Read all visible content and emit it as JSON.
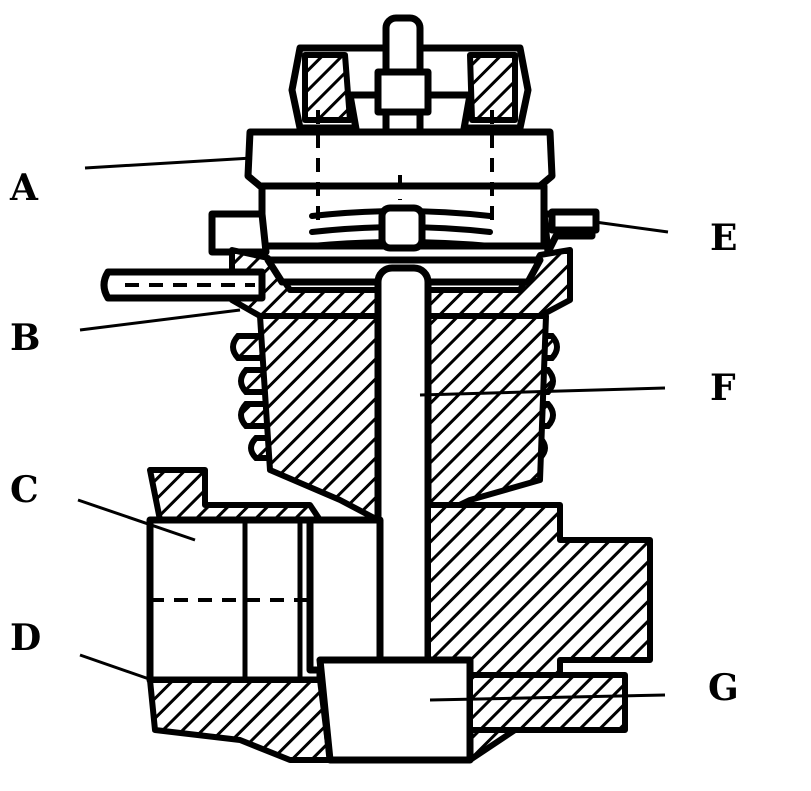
{
  "diagram": {
    "labels": [
      {
        "id": "A",
        "text": "A"
      },
      {
        "id": "B",
        "text": "B"
      },
      {
        "id": "C",
        "text": "C"
      },
      {
        "id": "D",
        "text": "D"
      },
      {
        "id": "E",
        "text": "E"
      },
      {
        "id": "F",
        "text": "F"
      },
      {
        "id": "G",
        "text": "G"
      }
    ]
  },
  "colors": {
    "ink": "#000000",
    "background": "#ffffff"
  }
}
